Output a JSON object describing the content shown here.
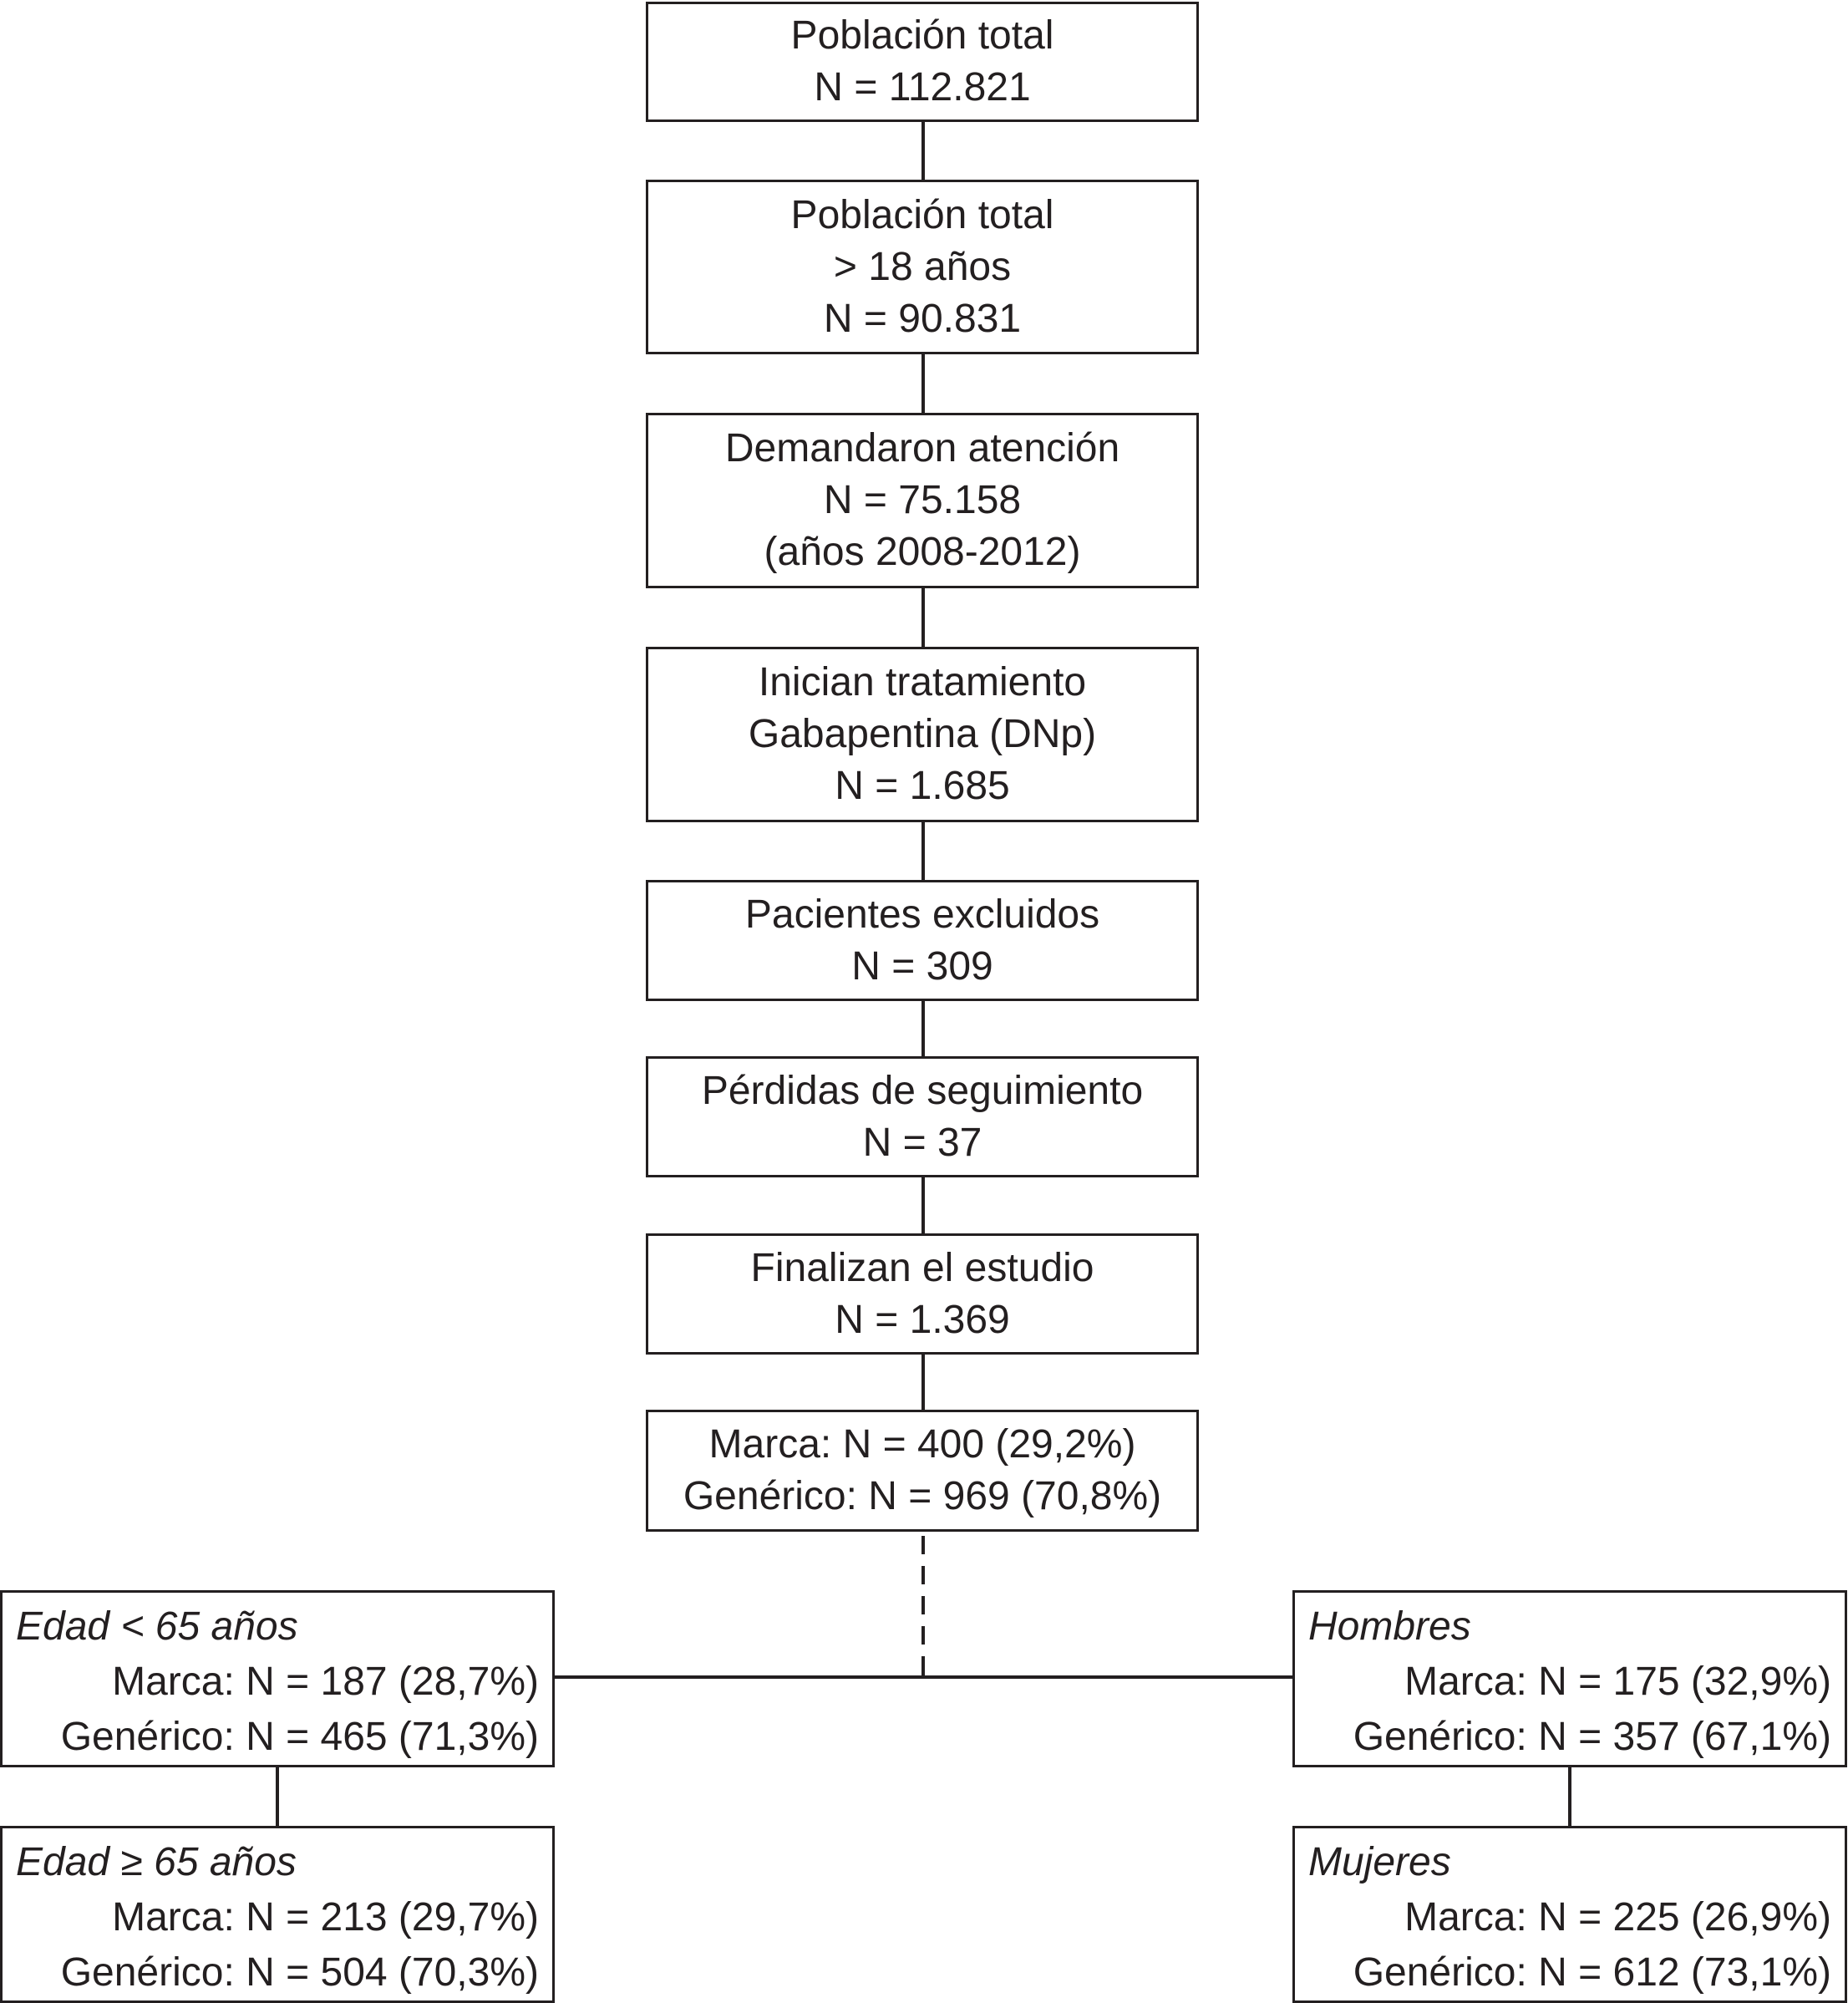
{
  "flow": {
    "steps": [
      {
        "lines": [
          "Población total",
          "N = 112.821"
        ]
      },
      {
        "lines": [
          "Población total",
          "> 18 años",
          "N = 90.831"
        ]
      },
      {
        "lines": [
          "Demandaron atención",
          "N = 75.158",
          "(años 2008-2012)"
        ]
      },
      {
        "lines": [
          "Inician tratamiento",
          "Gabapentina (DNp)",
          "N = 1.685"
        ]
      },
      {
        "lines": [
          "Pacientes excluidos",
          "N = 309"
        ]
      },
      {
        "lines": [
          "Pérdidas de seguimiento",
          "N = 37"
        ]
      },
      {
        "lines": [
          "Finalizan el estudio",
          "N = 1.369"
        ]
      },
      {
        "lines": [
          "Marca: N = 400 (29,2%)",
          "Genérico: N = 969 (70,8%)"
        ]
      }
    ]
  },
  "subgroups": {
    "age_under_65": {
      "title": "Edad < 65 años",
      "marca": "Marca: N = 187 (28,7%)",
      "generico": "Genérico: N = 465 (71,3%)"
    },
    "age_65_plus": {
      "title": "Edad ≥ 65 años",
      "marca": "Marca: N = 213 (29,7%)",
      "generico": "Genérico: N = 504 (70,3%)"
    },
    "men": {
      "title": "Hombres",
      "marca": "Marca: N = 175 (32,9%)",
      "generico": "Genérico: N = 357 (67,1%)"
    },
    "women": {
      "title": "Mujeres",
      "marca": "Marca: N = 225 (26,9%)",
      "generico": "Genérico: N = 612 (73,1%)"
    }
  }
}
